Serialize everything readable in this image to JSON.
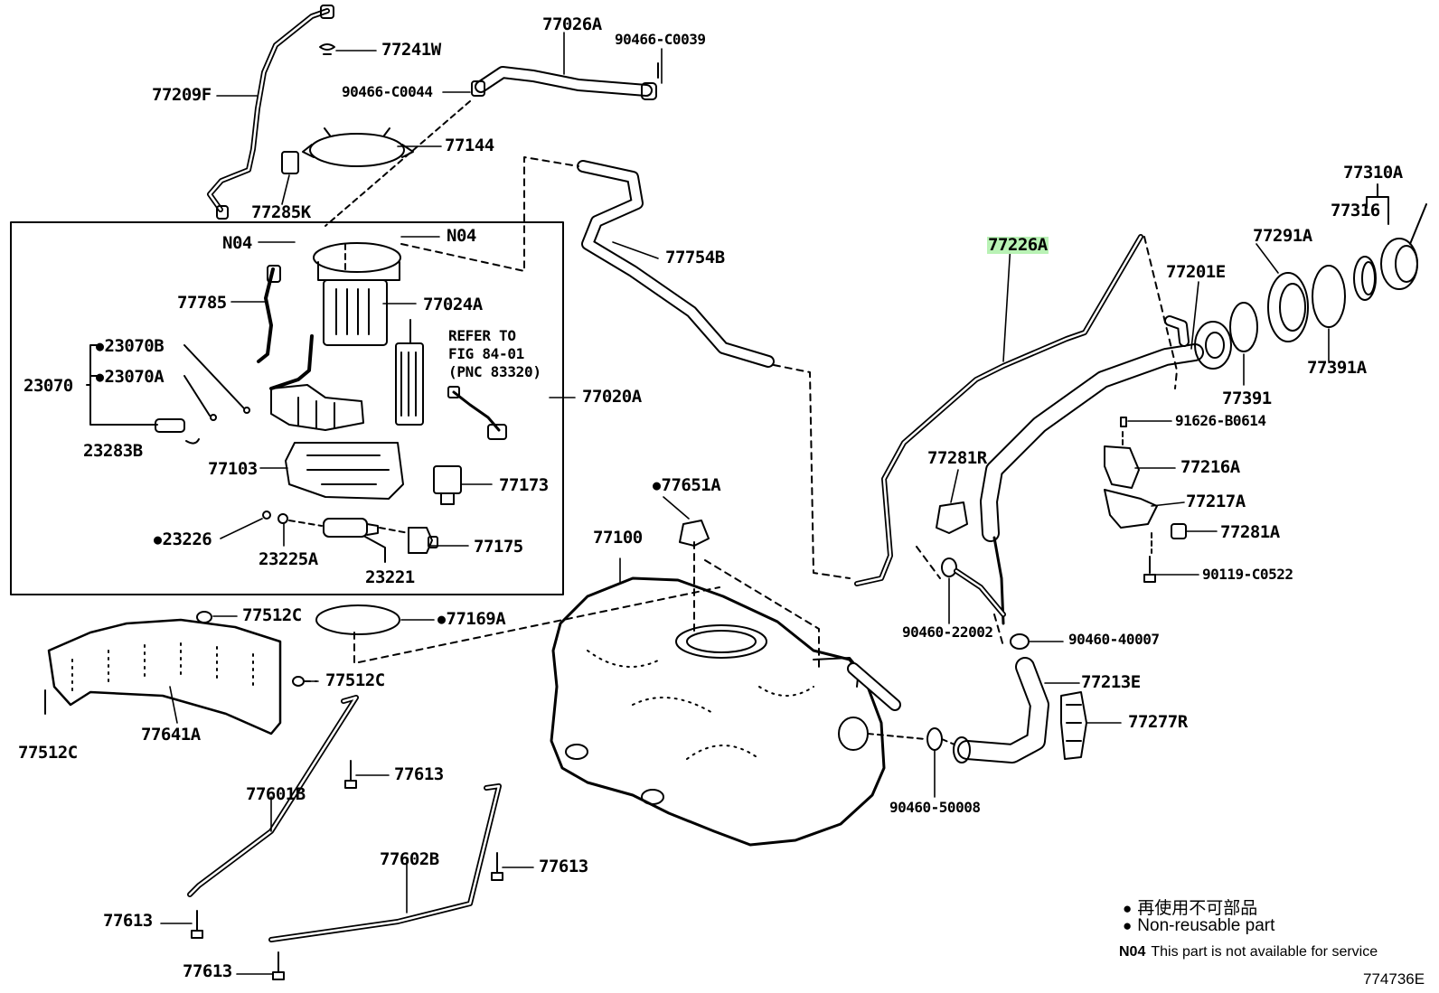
{
  "labels": {
    "p77241W": "77241W",
    "p77026A": "77026A",
    "p90466C0039": "90466-C0039",
    "p77209F": "77209F",
    "p90466C0044": "90466-C0044",
    "p77144": "77144",
    "p77285K": "77285K",
    "pN04a": "N04",
    "pN04b": "N04",
    "p77754B": "77754B",
    "p77785": "77785",
    "p77024A": "77024A",
    "p23070B": "23070B",
    "p23070": "23070",
    "p23070A": "23070A",
    "p77020A": "77020A",
    "p23283B": "23283B",
    "p77103": "77103",
    "p77173": "77173",
    "p77651A": "77651A",
    "p23226": "23226",
    "p23225A": "23225A",
    "p23221": "23221",
    "p77175": "77175",
    "p77100": "77100",
    "p77512Ca": "77512C",
    "p77169A": "77169A",
    "p77512Cb": "77512C",
    "p77512Cc": "77512C",
    "p77641A": "77641A",
    "p77613a": "77613",
    "p77601B": "77601B",
    "p77602B": "77602B",
    "p77613b": "77613",
    "p77613c": "77613",
    "p77613d": "77613",
    "p77310A": "77310A",
    "p77316": "77316",
    "p77291A": "77291A",
    "p77201E": "77201E",
    "p77226A": "77226A",
    "p77391": "77391",
    "p77391A": "77391A",
    "p91626B0614": "91626-B0614",
    "p77281R": "77281R",
    "p77216A": "77216A",
    "p77217A": "77217A",
    "p77281A": "77281A",
    "p90119C0522": "90119-C0522",
    "p9046022002": "90460-22002",
    "p9046040007": "90460-40007",
    "p77213E": "77213E",
    "p77277R": "77277R",
    "p9046050008": "90460-50008"
  },
  "refer_note": {
    "line1": "REFER TO",
    "line2": "FIG 84-01",
    "line3": "(PNC 83320)"
  },
  "legend": {
    "bullet": "●",
    "jp": "再使用不可部品",
    "en": "Non-reusable part"
  },
  "n04_note": {
    "code": "N04",
    "text": "This part is not available for service"
  },
  "figure_id": "774736E",
  "colors": {
    "highlight": "#b9f2b5",
    "line": "#000000"
  }
}
